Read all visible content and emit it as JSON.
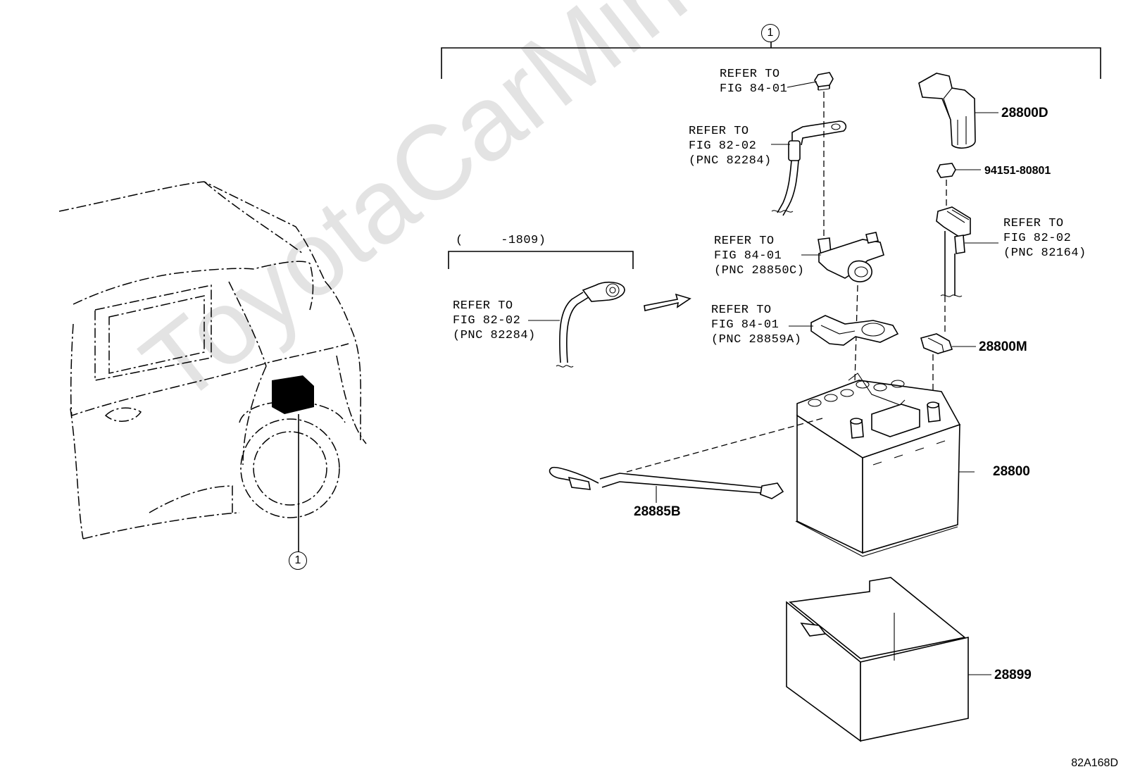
{
  "diagram": {
    "ref_circle": "1",
    "date_range": "(     -1809)",
    "diagram_code": "82A168D",
    "watermark": "ToyotaCarMine.ru",
    "callouts": [
      {
        "id": "nut-top",
        "text": "REFER TO\nFIG 84-01"
      },
      {
        "id": "cable-top",
        "text": "REFER TO\nFIG 82-02\n(PNC 82284)"
      },
      {
        "id": "terminal-neg",
        "text": "REFER TO\nFIG 84-01\n(PNC 28850C)"
      },
      {
        "id": "bracket-neg",
        "text": "REFER TO\nFIG 84-01\n(PNC 28859A)"
      },
      {
        "id": "cable-old",
        "text": "REFER TO\nFIG 82-02\n(PNC 82284)"
      },
      {
        "id": "cable-pos",
        "text": "REFER TO\nFIG 82-02\n(PNC 82164)"
      }
    ],
    "part_numbers": [
      {
        "id": "cover",
        "text": "28800D"
      },
      {
        "id": "nut",
        "text": "94151-80801"
      },
      {
        "id": "clamp",
        "text": "28800M"
      },
      {
        "id": "battery",
        "text": "28800"
      },
      {
        "id": "hose",
        "text": "28885B"
      },
      {
        "id": "tray",
        "text": "28899"
      }
    ]
  }
}
